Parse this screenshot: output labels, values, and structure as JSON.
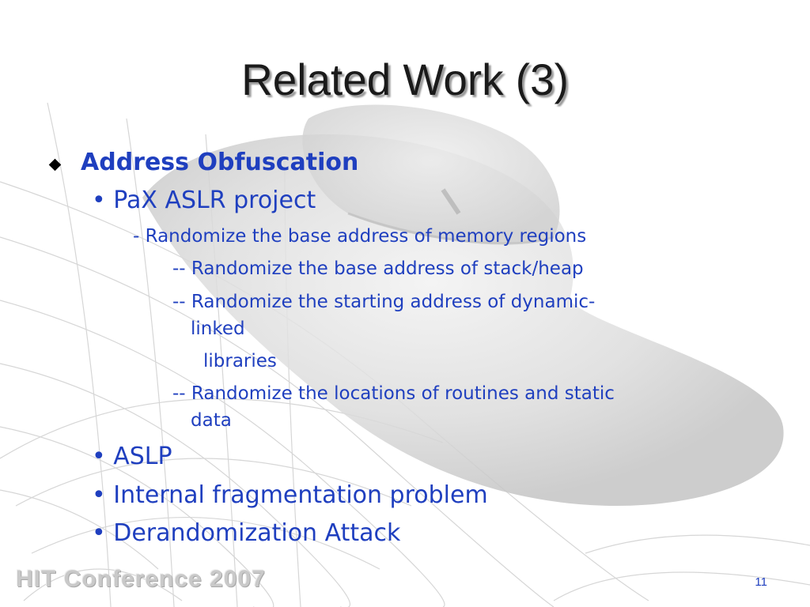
{
  "slide": {
    "title": "Related Work (3)",
    "heading": "Address Obfuscation",
    "pax": "• PaX ASLR project",
    "pax_1": "- Randomize the base address of memory regions",
    "pax_1a": "-- Randomize the base address of stack/heap",
    "pax_1b_line1": "-- Randomize the starting address of dynamic-",
    "pax_1b_line2": "linked",
    "pax_1b_line3": "libraries",
    "pax_1c_line1": "-- Randomize the locations of routines and static",
    "pax_1c_line2": "data",
    "aslp": "• ASLP",
    "frag": "• Internal fragmentation problem",
    "derand": "• Derandomization Attack"
  },
  "footer": {
    "conference": "HIT Conference 2007",
    "page_number": "11"
  },
  "colors": {
    "text": "#1f3fbf",
    "title": "#1a1a1a",
    "footer": "#c9c9c9"
  }
}
